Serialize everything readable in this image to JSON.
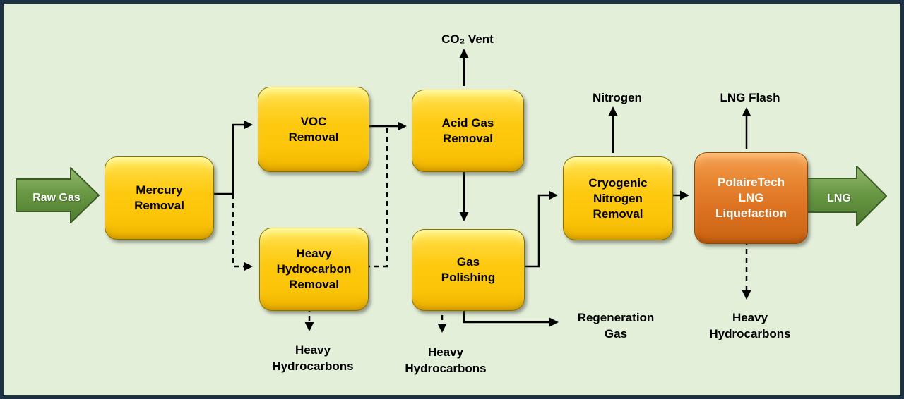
{
  "colors": {
    "background": "#e4efda",
    "frame_border": "#1e3246",
    "process_box_fill": "#fdc90e",
    "process_box_border": "#857300",
    "highlight_box_fill": "#dd7322",
    "highlight_box_border": "#8c4a06",
    "stream_arrow_green": "#699944",
    "stream_arrow_outline": "#3c5c26",
    "connector_line": "#000000",
    "box_text": "#000000",
    "highlight_box_text": "#ffffff"
  },
  "flow": {
    "input_arrow": {
      "label": "Raw Gas"
    },
    "output_arrow": {
      "label": "LNG"
    },
    "boxes": [
      {
        "id": "mercury-removal",
        "label": "Mercury\nRemoval",
        "type": "process"
      },
      {
        "id": "voc-removal",
        "label": "VOC\nRemoval",
        "type": "process"
      },
      {
        "id": "heavy-hydrocarbon-removal",
        "label": "Heavy\nHydrocarbon\nRemoval",
        "type": "process"
      },
      {
        "id": "acid-gas-removal",
        "label": "Acid Gas\nRemoval",
        "type": "process"
      },
      {
        "id": "gas-polishing",
        "label": "Gas\nPolishing",
        "type": "process"
      },
      {
        "id": "cryogenic-nitrogen-removal",
        "label": "Cryogenic\nNitrogen\nRemoval",
        "type": "process"
      },
      {
        "id": "polairetech-lng-liquefaction",
        "label": "PolaireTech\nLNG\nLiquefaction",
        "type": "highlight"
      }
    ],
    "stream_labels": [
      {
        "id": "co2-vent",
        "label": "CO₂ Vent"
      },
      {
        "id": "nitrogen",
        "label": "Nitrogen"
      },
      {
        "id": "lng-flash",
        "label": "LNG Flash"
      },
      {
        "id": "regeneration-gas",
        "label": "Regeneration\nGas"
      },
      {
        "id": "heavy-hydrocarbons-from-heavy-hydrocarbon-removal",
        "label": "Heavy\nHydrocarbons"
      },
      {
        "id": "heavy-hydrocarbons-from-gas-polishing",
        "label": "Heavy\nHydrocarbons"
      },
      {
        "id": "heavy-hydrocarbons-from-liquefaction",
        "label": "Heavy\nHydrocarbons"
      }
    ]
  }
}
